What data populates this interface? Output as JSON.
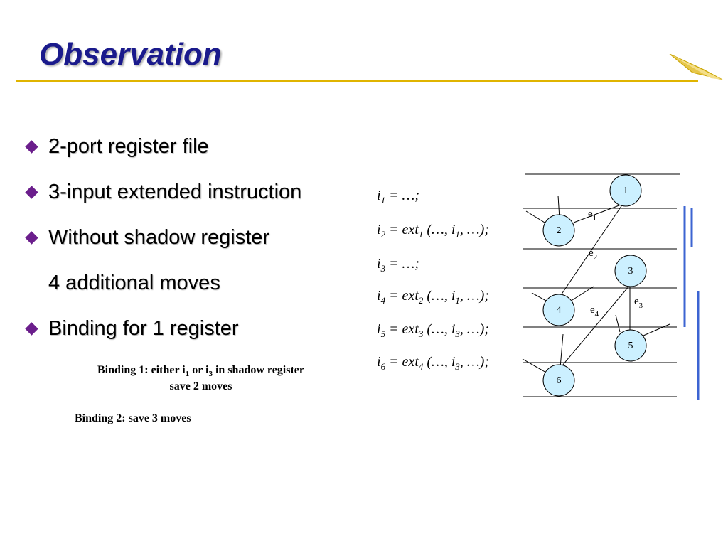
{
  "title": "Observation",
  "bullets": [
    {
      "text": "2-port register file",
      "marker": true
    },
    {
      "text": "3-input extended instruction",
      "marker": true
    },
    {
      "text": "Without shadow register",
      "marker": true
    },
    {
      "text": "4 additional moves",
      "marker": false
    },
    {
      "text": "Binding for 1 register",
      "marker": true
    }
  ],
  "binding1": {
    "prefix": "Binding 1: either i",
    "sub1": "1",
    "mid": " or i",
    "sub2": "3",
    "suffix": "  in shadow register",
    "line2": "save 2 moves"
  },
  "binding2": "Binding 2: save 3 moves",
  "code": [
    {
      "var": "i",
      "idx": "1",
      "rhs": " = …;",
      "args": []
    },
    {
      "var": "i",
      "idx": "2",
      "rhs": " = ext",
      "ext": "1",
      "args_text": " (…, i",
      "arg_idx": "1",
      "tail": ", …);"
    },
    {
      "var": "i",
      "idx": "3",
      "rhs": " = …;",
      "args": []
    },
    {
      "var": "i",
      "idx": "4",
      "rhs": " = ext",
      "ext": "2",
      "args_text": " (…, i",
      "arg_idx": "1",
      "tail": ", …);"
    },
    {
      "var": "i",
      "idx": "5",
      "rhs": " = ext",
      "ext": "3",
      "args_text": " (…, i",
      "arg_idx": "3",
      "tail": ", …);"
    },
    {
      "var": "i",
      "idx": "6",
      "rhs": " = ext",
      "ext": "4",
      "args_text": " (…, i",
      "arg_idx": "3",
      "tail": ", …);"
    }
  ],
  "graph": {
    "nodes": [
      "1",
      "2",
      "3",
      "4",
      "5",
      "6"
    ],
    "edges": [
      {
        "letter": "e",
        "sub": "1"
      },
      {
        "letter": "e",
        "sub": "2"
      },
      {
        "letter": "e",
        "sub": "3"
      },
      {
        "letter": "e",
        "sub": "4"
      }
    ]
  },
  "colors": {
    "title": "#1a1a8c",
    "title_rule": "#e0b400",
    "bullet_marker": "#6b1e8c",
    "node_fill": "#ccf0ff",
    "bracket": "#3c64d2"
  }
}
